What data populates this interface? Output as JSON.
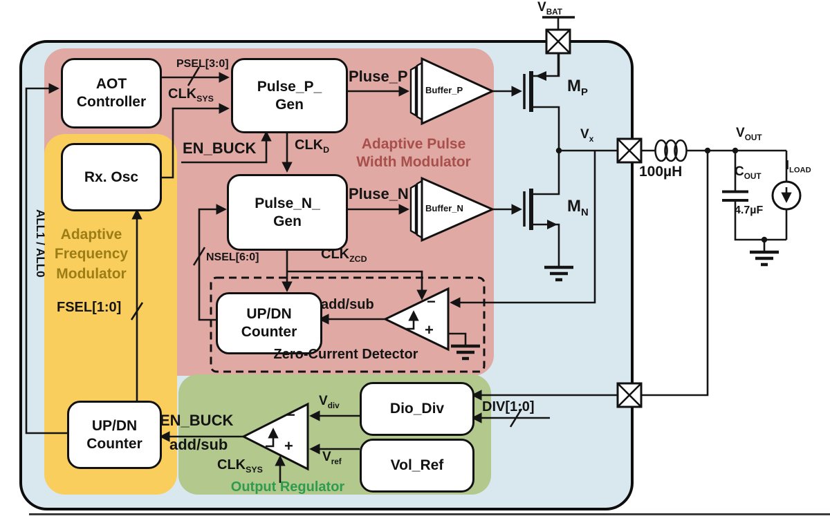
{
  "title": "AOT buck converter block diagram",
  "colors": {
    "chip_bg": "#d9e8ef",
    "apwm_bg": "#e0a9a4",
    "afm_bg": "#f9ce5d",
    "oreg_bg": "#b3c88c",
    "apwm_text": "#a84f4b",
    "afm_text": "#9c7d15",
    "oreg_text": "#2e9b51"
  },
  "blocks": {
    "aot": "AOT\nController",
    "pulse_p_gen": "Pulse_P_\nGen",
    "rx_osc": "Rx. Osc",
    "pulse_n_gen": "Pulse_N_\nGen",
    "updn_counter": "UP/DN\nCounter",
    "dio_div": "Dio_Div",
    "vol_ref": "Vol_Ref",
    "buffer_p": "Buffer_P",
    "buffer_n": "Buffer_N"
  },
  "regions": {
    "apwm_title": "Adaptive Pulse\nWidth Modulator",
    "afm_title": "Adaptive\nFrequency\nModulator",
    "oreg_title": "Output Regulator",
    "zcd_title": "Zero-Current Detector"
  },
  "signals": {
    "psel": "PSEL[3:0]",
    "clk_sys": {
      "base": "CLK",
      "sub": "SYS"
    },
    "en_buck": "EN_BUCK",
    "pluse_p": "Pluse_P",
    "clk_d": {
      "base": "CLK",
      "sub": "D"
    },
    "pluse_n": "Pluse_N",
    "nsel": "NSEL[6:0]",
    "clk_zcd": {
      "base": "CLK",
      "sub": "ZCD"
    },
    "add_sub": "add/sub",
    "all_flags": "ALL1 / ALL0",
    "fsel": "FSEL[1:0]",
    "div": "DIV[1:0]",
    "v_div": {
      "base": "V",
      "sub": "div"
    },
    "v_ref": {
      "base": "V",
      "sub": "ref"
    }
  },
  "nodes": {
    "v_bat": {
      "base": "V",
      "sub": "BAT"
    },
    "m_p": {
      "base": "M",
      "sub": "P"
    },
    "m_n": {
      "base": "M",
      "sub": "N"
    },
    "v_x": {
      "base": "V",
      "sub": "x"
    },
    "v_out": {
      "base": "V",
      "sub": "OUT"
    },
    "c_out": {
      "base": "C",
      "sub": "OUT"
    },
    "i_load": {
      "base": "I",
      "sub": "LOAD"
    },
    "inductor_value": "100µH",
    "cap_value": "4.7µF"
  },
  "comparator": {
    "minus": "−",
    "plus": "+"
  }
}
